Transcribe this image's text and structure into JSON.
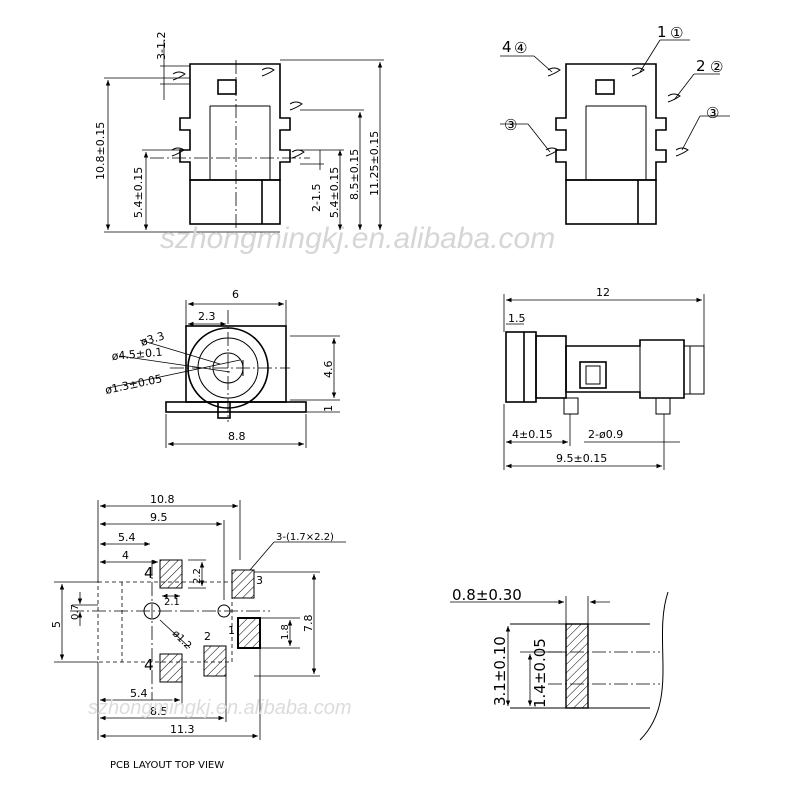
{
  "watermark": {
    "main": "szhongmingkj.en.alibaba.com",
    "small": "szhongmingkj.en.alibaba.com"
  },
  "side_view": {
    "dims": {
      "tab": "3-1.2",
      "total_h": "10.8±0.15",
      "body_h": "5.4±0.15",
      "pin": "2-1.5",
      "body_h2": "5.4±0.15",
      "mid_h": "8.5±0.15",
      "full_h": "11.25±0.15"
    }
  },
  "pin_view": {
    "labels": {
      "p1": "1",
      "p1c": "①",
      "p2": "2",
      "p2c": "②",
      "p3a": "③",
      "p3b": "③",
      "p4": "4",
      "p4c": "④"
    }
  },
  "front_view": {
    "dims": {
      "width": "6",
      "offset": "2.3",
      "d1": "ø3.3",
      "d2": "ø4.5±0.1",
      "d3": "ø1.3±0.05",
      "height": "4.6",
      "base": "1",
      "total_w": "8.8"
    }
  },
  "top_view": {
    "dims": {
      "length": "12",
      "front": "1.5",
      "pin_off": "4±0.15",
      "pin": "2-ø0.9",
      "pitch": "9.5±0.15"
    }
  },
  "pcb_layout": {
    "caption": "PCB LAYOUT TOP VIEW",
    "dims": {
      "w1": "10.8",
      "w2": "9.5",
      "w3": "5.4",
      "w4": "4",
      "pad": "3-(1.7×2.2)",
      "pad_h": "2.2",
      "pad_w": "2.1",
      "h_total": "5",
      "h_small": "0.7",
      "hole": "ø1.2",
      "h_pad": "1.8",
      "h_right": "7.8",
      "b1": "5.4",
      "b2": "8.5",
      "b3": "11.3"
    },
    "pads": {
      "p4a": "4",
      "p3": "3",
      "p1": "1",
      "p2": "2",
      "p4b": "4"
    }
  },
  "section_view": {
    "dims": {
      "thk": "0.8±0.30",
      "h1": "3.1±0.10",
      "h2": "1.4±0.05"
    }
  }
}
